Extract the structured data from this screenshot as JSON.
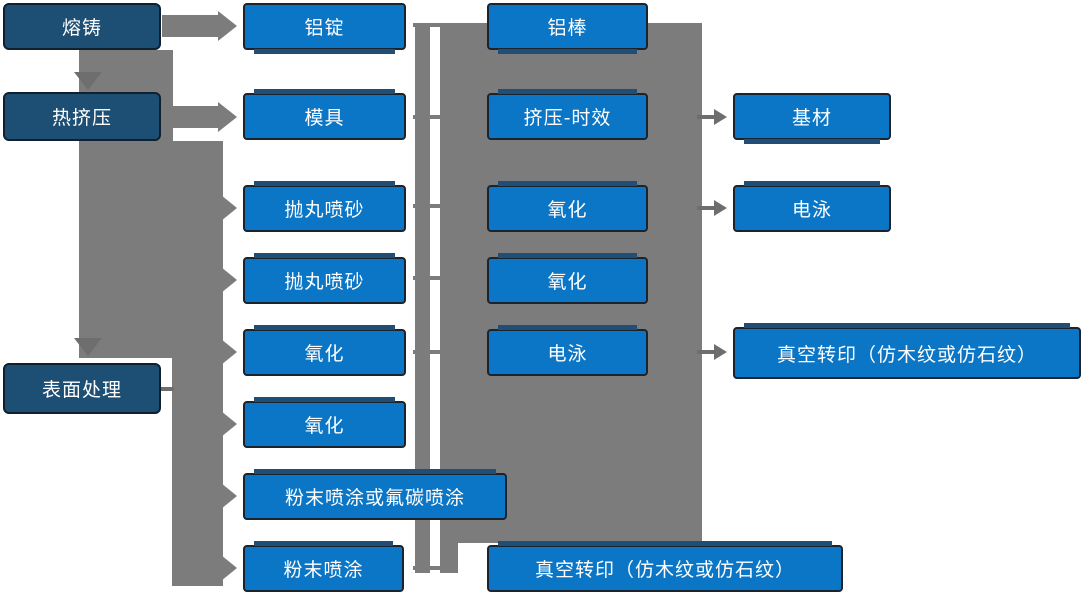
{
  "diagram": {
    "type": "process-flow-diagram",
    "description_labels": []
  },
  "colors": {
    "background": "#ffffff",
    "node_fill_primary": "#1d4e74",
    "node_fill_secondary": "#0b76c5",
    "node_accent_sliver": "#1f4e79",
    "node_border": "#1b242e",
    "node_text": "#ffffff",
    "connector_gray": "#7c7c7c",
    "connector_dark_gray": "#6e6e6e"
  },
  "nodes": [
    {
      "id": "melt-casting",
      "label": "熔铸",
      "level": "primary"
    },
    {
      "id": "hot-extrusion",
      "label": "热挤压",
      "level": "primary"
    },
    {
      "id": "surface-treatment",
      "label": "表面处理",
      "level": "primary"
    },
    {
      "id": "aluminum-ingot",
      "label": "铝锭",
      "level": "secondary"
    },
    {
      "id": "mold",
      "label": "模具",
      "level": "secondary"
    },
    {
      "id": "shot-blasting-1",
      "label": "抛丸喷砂",
      "level": "secondary"
    },
    {
      "id": "shot-blasting-2",
      "label": "抛丸喷砂",
      "level": "secondary"
    },
    {
      "id": "oxidation-1",
      "label": "氧化",
      "level": "secondary"
    },
    {
      "id": "oxidation-2",
      "label": "氧化",
      "level": "secondary"
    },
    {
      "id": "powder-or-fluorocarbon-coating",
      "label": "粉末喷涂或氟碳喷涂",
      "level": "secondary"
    },
    {
      "id": "powder-coating",
      "label": "粉末喷涂",
      "level": "secondary"
    },
    {
      "id": "aluminum-rod",
      "label": "铝棒",
      "level": "secondary"
    },
    {
      "id": "extrusion-aging",
      "label": "挤压-时效",
      "level": "secondary"
    },
    {
      "id": "oxidation-3",
      "label": "氧化",
      "level": "secondary"
    },
    {
      "id": "oxidation-4",
      "label": "氧化",
      "level": "secondary"
    },
    {
      "id": "electrophoresis-1",
      "label": "电泳",
      "level": "secondary"
    },
    {
      "id": "vacuum-transfer-1",
      "label": "真空转印（仿木纹或仿石纹）",
      "level": "secondary"
    },
    {
      "id": "substrate",
      "label": "基材",
      "level": "secondary"
    },
    {
      "id": "electrophoresis-2",
      "label": "电泳",
      "level": "secondary"
    },
    {
      "id": "vacuum-transfer-2",
      "label": "真空转印（仿木纹或仿石纹）",
      "level": "secondary"
    }
  ],
  "edges": [
    "熔铸 → 铝锭",
    "熔铸 ↓ 热挤压",
    "热挤压 → 模具",
    "热挤压 → 抛丸喷砂",
    "热挤压 → 抛丸喷砂(2)",
    "热挤压 → 氧化",
    "热挤压 ↓ 表面处理",
    "表面处理 → 氧化(2)",
    "表面处理 → 粉末喷涂或氟碳喷涂",
    "表面处理 → 粉末喷涂",
    "铝锭 — 铝棒",
    "模具 — 挤压-时效",
    "抛丸喷砂 — 氧化",
    "抛丸喷砂(2) — 氧化(2)",
    "氧化 — 电泳",
    "粉末喷涂 — 真空转印（仿木纹或仿石纹）",
    "挤压-时效 → 基材",
    "氧化 → 电泳",
    "电泳 → 真空转印（仿木纹或仿石纹）"
  ]
}
